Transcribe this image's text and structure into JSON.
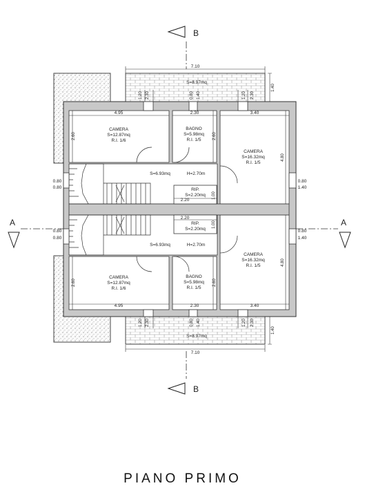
{
  "title": "PIANO PRIMO",
  "section_markers": {
    "a_left": "A",
    "a_right": "A",
    "b_top": "B",
    "b_bottom": "B"
  },
  "rooms": {
    "camera_tl": {
      "name": "CAMERA",
      "area": "S=12.87mq",
      "ri": "R.I. 1/6"
    },
    "bagno_t": {
      "name": "BAGNO",
      "area": "S=5.98mq",
      "ri": "R.I. 1/5"
    },
    "camera_tr": {
      "name": "CAMERA",
      "area": "S=16.32mq",
      "ri": "R.I. 1/5"
    },
    "hall_t": {
      "area": "S=6.93mq",
      "height": "H=2.70m"
    },
    "rip_t": {
      "name": "RIP.",
      "area": "S=2.20mq"
    },
    "rip_b": {
      "name": "RIP.",
      "area": "S=2.20mq"
    },
    "hall_b": {
      "area": "S=6.93mq",
      "height": "H=2.70m"
    },
    "camera_bl": {
      "name": "CAMERA",
      "area": "S=12.87mq",
      "ri": "R.I. 1/6"
    },
    "bagno_b": {
      "name": "BAGNO",
      "area": "S=5.98mq",
      "ri": "R.I. 1/5"
    },
    "camera_br": {
      "name": "CAMERA",
      "area": "S=16.32mq",
      "ri": "R.I. 1/5"
    },
    "balcony_t": {
      "area": "S=8.97mq"
    },
    "balcony_b": {
      "area": "S=8.97mq"
    }
  },
  "dims": {
    "top_width": "7.10",
    "bottom_width": "7.10",
    "d495": "4.95",
    "d230": "2.30",
    "d340": "3.40",
    "d260": "2.60",
    "d480": "4.80",
    "d080": "0.80",
    "d140": "1.40",
    "d120": "1.20",
    "d220": "2.20",
    "d100": "1.00"
  }
}
